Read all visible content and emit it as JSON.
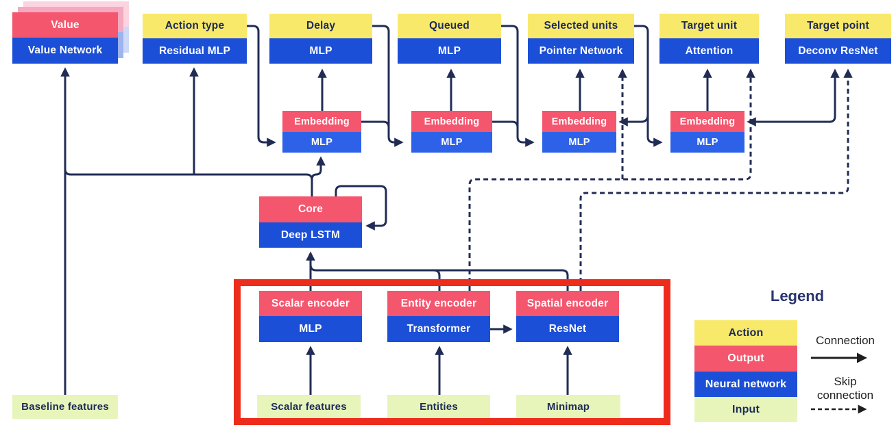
{
  "palette": {
    "action_yellow": "#f8e96a",
    "output_pink": "#f4566e",
    "network_blue": "#1b4fd8",
    "embedding_blue": "#2d62e8",
    "input_green": "#e7f5bb",
    "label_navy": "#1d2a57",
    "connector_navy": "#212c55",
    "highlight_red": "#ee2c1c",
    "legend_black": "#1f1f1f"
  },
  "value_stack": {
    "top": "Value",
    "bottom": "Value Network"
  },
  "heads": [
    {
      "top": "Action type",
      "bottom": "Residual MLP"
    },
    {
      "top": "Delay",
      "bottom": "MLP"
    },
    {
      "top": "Queued",
      "bottom": "MLP"
    },
    {
      "top": "Selected units",
      "bottom": "Pointer Network"
    },
    {
      "top": "Target unit",
      "bottom": "Attention"
    },
    {
      "top": "Target point",
      "bottom": "Deconv ResNet"
    }
  ],
  "embeddings": [
    {
      "top": "Embedding",
      "bottom": "MLP"
    },
    {
      "top": "Embedding",
      "bottom": "MLP"
    },
    {
      "top": "Embedding",
      "bottom": "MLP"
    },
    {
      "top": "Embedding",
      "bottom": "MLP"
    }
  ],
  "core": {
    "top": "Core",
    "bottom": "Deep LSTM"
  },
  "encoders": [
    {
      "top": "Scalar encoder",
      "bottom": "MLP"
    },
    {
      "top": "Entity encoder",
      "bottom": "Transformer"
    },
    {
      "top": "Spatial encoder",
      "bottom": "ResNet"
    }
  ],
  "inputs": {
    "baseline": "Baseline features",
    "scalar": "Scalar features",
    "entities": "Entities",
    "minimap": "Minimap"
  },
  "legend": {
    "title": "Legend",
    "items": [
      {
        "label": "Action",
        "color": "#f8e96a"
      },
      {
        "label": "Output",
        "color": "#f4566e"
      },
      {
        "label": "Neural network",
        "color": "#1b4fd8"
      },
      {
        "label": "Input",
        "color": "#e7f5bb"
      }
    ],
    "connection_label": "Connection",
    "skip_label": "Skip connection"
  }
}
